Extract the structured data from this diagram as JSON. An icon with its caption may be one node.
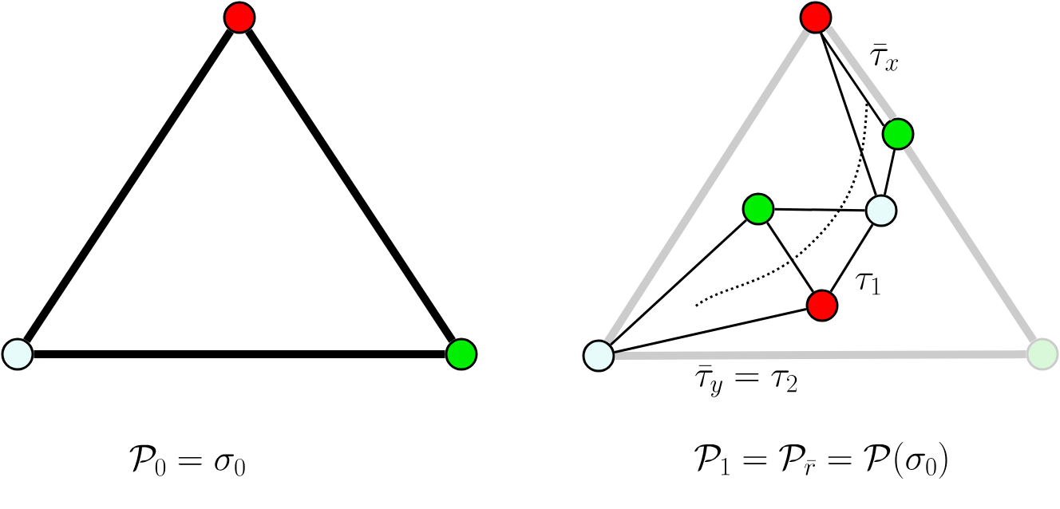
{
  "diagram": {
    "nodes": [
      {
        "text": [],
        "shape": "circle"
      },
      {
        "text": [],
        "shape": "circle"
      },
      {
        "text": [],
        "shape": "circle"
      },
      {
        "text": [],
        "shape": "circle"
      },
      {
        "text": [],
        "shape": "circle"
      },
      {
        "text": [],
        "shape": "circle"
      },
      {
        "text": [],
        "shape": "circle"
      },
      {
        "text": [],
        "shape": "circle"
      },
      {
        "text": [],
        "shape": "circle"
      },
      {
        "text": [],
        "shape": "circle"
      }
    ],
    "edges": [
      {
        "from": 0,
        "to": 1,
        "arrow": "none",
        "style": "thick"
      },
      {
        "from": 0,
        "to": 2,
        "arrow": "none",
        "style": "thick"
      },
      {
        "from": 1,
        "to": 2,
        "arrow": "none",
        "style": "thick"
      },
      {
        "from": 3,
        "to": 8,
        "arrow": "none",
        "style": "thick",
        "color": "#cccccc"
      },
      {
        "from": 3,
        "to": 4,
        "arrow": "none",
        "style": "thick",
        "color": "#cccccc"
      },
      {
        "from": 4,
        "to": 9,
        "arrow": "none",
        "style": "thick",
        "color": "#cccccc"
      },
      {
        "from": 8,
        "to": 9,
        "arrow": "none",
        "style": "thick",
        "color": "#cccccc"
      },
      {
        "from": 3,
        "to": 4,
        "arrow": "none"
      },
      {
        "from": 3,
        "to": 6,
        "arrow": "none"
      },
      {
        "from": 4,
        "to": 6,
        "arrow": "none"
      },
      {
        "from": 5,
        "to": 6,
        "arrow": "none"
      },
      {
        "from": 5,
        "to": 7,
        "arrow": "none"
      },
      {
        "from": 6,
        "to": 7,
        "arrow": "none"
      },
      {
        "from": 8,
        "to": 5,
        "arrow": "none"
      },
      {
        "from": 8,
        "to": 7,
        "arrow": "none"
      }
    ],
    "labels": [
      "\\bar{\\tau}_x",
      "\\tau_1",
      "\\bar{\\tau}_y = \\tau_2",
      "\\mathcal{P}_0 = \\sigma_0",
      "\\mathcal{P}_1 = \\mathcal{P}_{\\bar{r}} = \\mathcal{P}(\\sigma_0)"
    ]
  }
}
